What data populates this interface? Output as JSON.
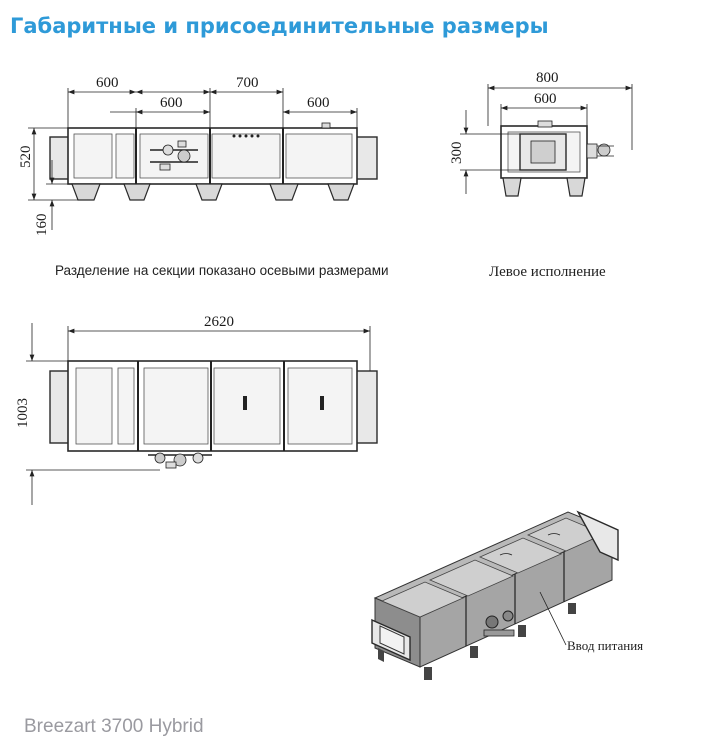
{
  "title": "Габаритные и присоединительные размеры",
  "footer": "Breezart 3700 Hybrid",
  "front_view": {
    "dim_top_1": "600",
    "dim_top_2": "700",
    "dim_bottom_1": "600",
    "dim_bottom_2": "600",
    "dim_height": "520",
    "dim_leg": "160",
    "caption": "Разделение на секции показано осевыми размерами"
  },
  "side_view": {
    "dim_outer": "800",
    "dim_inner": "600",
    "dim_height": "300",
    "caption": "Левое исполнение"
  },
  "top_view": {
    "dim_length": "2620",
    "dim_width": "1003"
  },
  "iso_view": {
    "callout": "Ввод питания"
  },
  "colors": {
    "title": "#2e9ad8",
    "footer": "#9a9aa0"
  }
}
